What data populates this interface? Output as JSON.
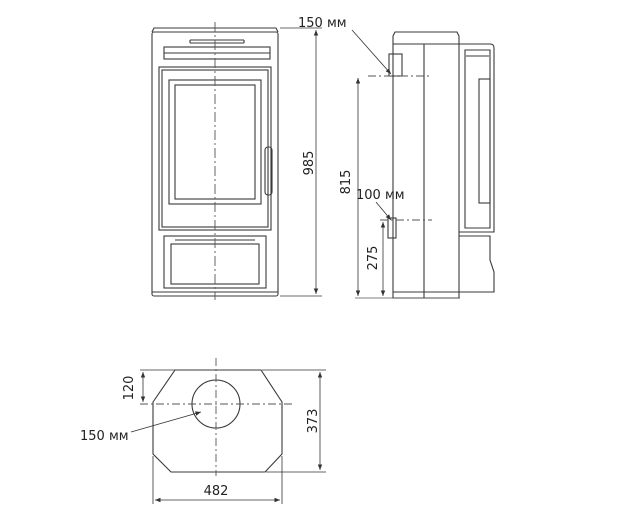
{
  "drawing": {
    "front_view": {
      "height_label": "985"
    },
    "side_view": {
      "flue_top_label": "150 мм",
      "flue_back_label": "100 мм",
      "top_outlet_height_label": "815",
      "back_outlet_height_label": "275"
    },
    "plan_view": {
      "flue_diameter_label": "150 мм",
      "offset_label": "120",
      "depth_label": "373",
      "width_label": "482"
    },
    "colors": {
      "line": "#3a3a3a",
      "center_line": "#555555",
      "text": "#222222"
    }
  }
}
